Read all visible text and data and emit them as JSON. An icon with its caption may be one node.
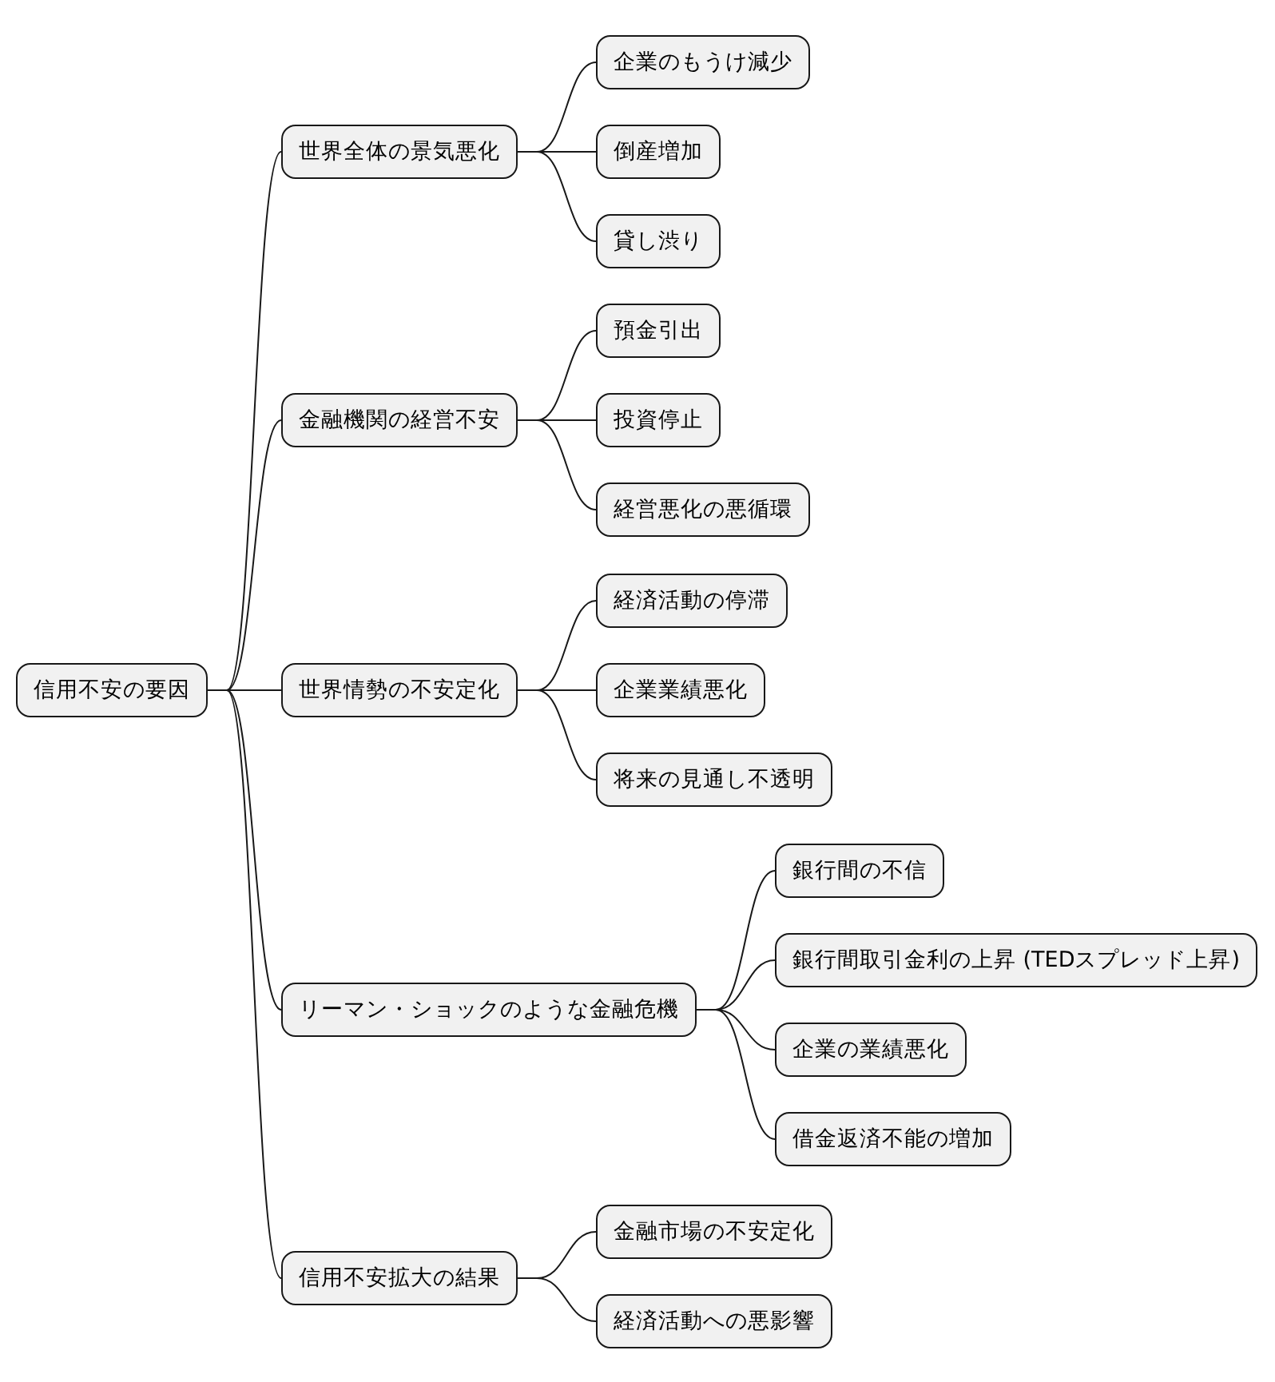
{
  "diagram": {
    "nodes": [
      {
        "text": [
          "信用不安の要因"
        ]
      },
      {
        "text": [
          "世界全体の景気悪化"
        ]
      },
      {
        "text": [
          "企業のもうけ減少"
        ]
      },
      {
        "text": [
          "倒産増加"
        ]
      },
      {
        "text": [
          "貸し渋り"
        ]
      },
      {
        "text": [
          "金融機関の経営不安"
        ]
      },
      {
        "text": [
          "預金引出"
        ]
      },
      {
        "text": [
          "投資停止"
        ]
      },
      {
        "text": [
          "経営悪化の悪循環"
        ]
      },
      {
        "text": [
          "世界情勢の不安定化"
        ]
      },
      {
        "text": [
          "経済活動の停滞"
        ]
      },
      {
        "text": [
          "企業業績悪化"
        ]
      },
      {
        "text": [
          "将来の見通し不透明"
        ]
      },
      {
        "text": [
          "リーマン・ショックのような金融危機"
        ]
      },
      {
        "text": [
          "銀行間の不信"
        ]
      },
      {
        "text": [
          "銀行間取引金利の上昇 (TEDスプレッド上昇)"
        ]
      },
      {
        "text": [
          "企業の業績悪化"
        ]
      },
      {
        "text": [
          "借金返済不能の増加"
        ]
      },
      {
        "text": [
          "信用不安拡大の結果"
        ]
      },
      {
        "text": [
          "金融市場の不安定化"
        ]
      },
      {
        "text": [
          "経済活動への悪影響"
        ]
      }
    ],
    "edges": [
      {
        "from": 0,
        "to": 1,
        "arrow": "none"
      },
      {
        "from": 1,
        "to": 2,
        "arrow": "none"
      },
      {
        "from": 1,
        "to": 3,
        "arrow": "none"
      },
      {
        "from": 1,
        "to": 4,
        "arrow": "none"
      },
      {
        "from": 0,
        "to": 5,
        "arrow": "none"
      },
      {
        "from": 5,
        "to": 6,
        "arrow": "none"
      },
      {
        "from": 5,
        "to": 7,
        "arrow": "none"
      },
      {
        "from": 5,
        "to": 8,
        "arrow": "none"
      },
      {
        "from": 0,
        "to": 9,
        "arrow": "none"
      },
      {
        "from": 9,
        "to": 10,
        "arrow": "none"
      },
      {
        "from": 9,
        "to": 11,
        "arrow": "none"
      },
      {
        "from": 9,
        "to": 12,
        "arrow": "none"
      },
      {
        "from": 0,
        "to": 13,
        "arrow": "none"
      },
      {
        "from": 13,
        "to": 14,
        "arrow": "none"
      },
      {
        "from": 13,
        "to": 15,
        "arrow": "none"
      },
      {
        "from": 13,
        "to": 16,
        "arrow": "none"
      },
      {
        "from": 13,
        "to": 17,
        "arrow": "none"
      },
      {
        "from": 0,
        "to": 18,
        "arrow": "none"
      },
      {
        "from": 18,
        "to": 19,
        "arrow": "none"
      },
      {
        "from": 18,
        "to": 20,
        "arrow": "none"
      }
    ]
  }
}
